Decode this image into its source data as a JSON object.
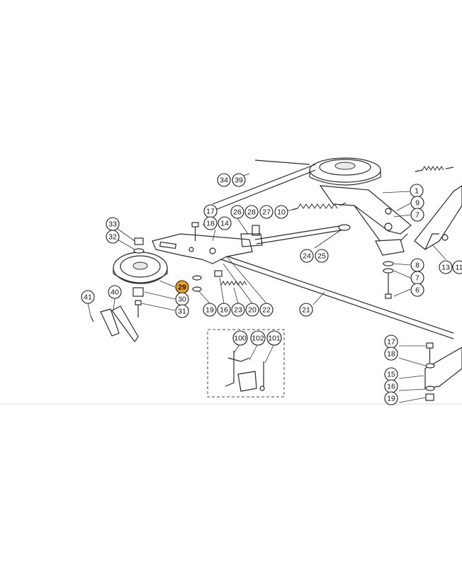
{
  "diagram": {
    "highlight_color": "#f4a01a",
    "highlighted_part": "29",
    "callouts": [
      {
        "id": "c34",
        "label": "34"
      },
      {
        "id": "c39",
        "label": "39"
      },
      {
        "id": "c1",
        "label": "1"
      },
      {
        "id": "c9",
        "label": "9"
      },
      {
        "id": "c7a",
        "label": "7"
      },
      {
        "id": "c17a",
        "label": "17"
      },
      {
        "id": "c26",
        "label": "26"
      },
      {
        "id": "c28",
        "label": "28"
      },
      {
        "id": "c27",
        "label": "27"
      },
      {
        "id": "c10",
        "label": "10"
      },
      {
        "id": "c18a",
        "label": "18"
      },
      {
        "id": "c14",
        "label": "14"
      },
      {
        "id": "c33",
        "label": "33"
      },
      {
        "id": "c32",
        "label": "32"
      },
      {
        "id": "c24",
        "label": "24"
      },
      {
        "id": "c25",
        "label": "25"
      },
      {
        "id": "c13",
        "label": "13"
      },
      {
        "id": "c11",
        "label": "11"
      },
      {
        "id": "c8",
        "label": "8"
      },
      {
        "id": "c7b",
        "label": "7"
      },
      {
        "id": "c6",
        "label": "6"
      },
      {
        "id": "c29",
        "label": "29"
      },
      {
        "id": "c30",
        "label": "30"
      },
      {
        "id": "c31",
        "label": "31"
      },
      {
        "id": "c41",
        "label": "41"
      },
      {
        "id": "c40",
        "label": "40"
      },
      {
        "id": "c19a",
        "label": "19"
      },
      {
        "id": "c16a",
        "label": "16"
      },
      {
        "id": "c23",
        "label": "23"
      },
      {
        "id": "c20",
        "label": "20"
      },
      {
        "id": "c22",
        "label": "22"
      },
      {
        "id": "c21",
        "label": "21"
      },
      {
        "id": "c100",
        "label": "100"
      },
      {
        "id": "c102",
        "label": "102"
      },
      {
        "id": "c101",
        "label": "101"
      },
      {
        "id": "c17b",
        "label": "17"
      },
      {
        "id": "c18b",
        "label": "18"
      },
      {
        "id": "c15",
        "label": "15"
      },
      {
        "id": "c16b",
        "label": "16"
      },
      {
        "id": "c19b",
        "label": "19"
      }
    ]
  }
}
